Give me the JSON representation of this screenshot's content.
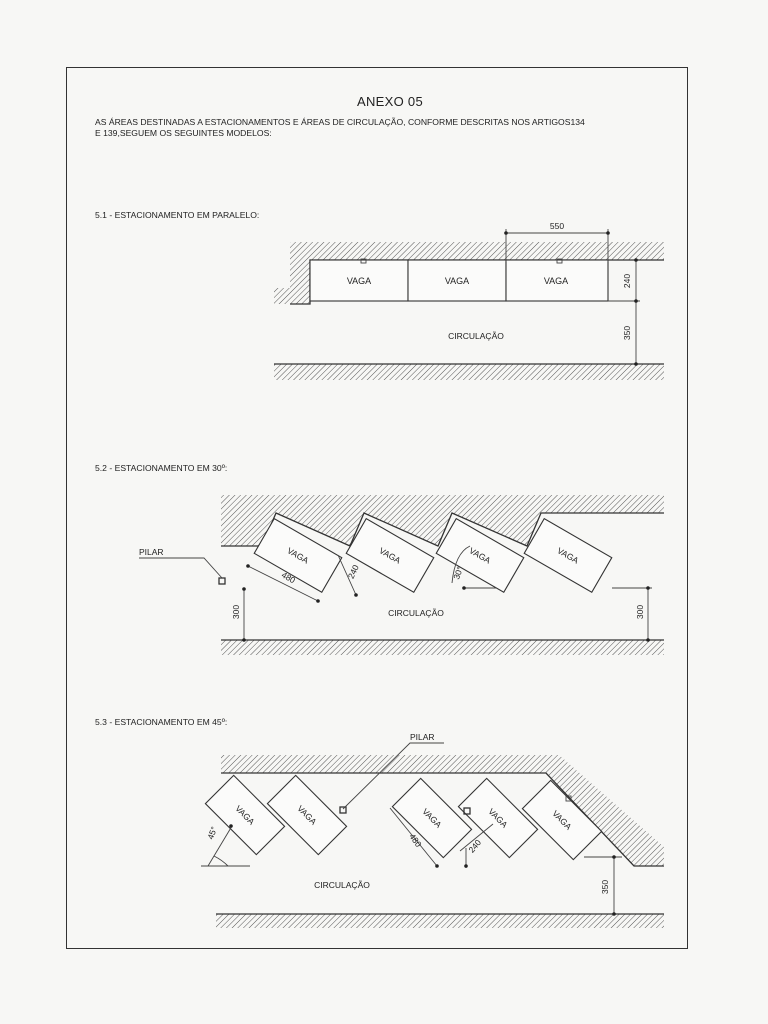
{
  "title": "ANEXO 05",
  "intro": {
    "line1": "AS ÁREAS DESTINADAS A ESTACIONAMENTOS E ÁREAS DE CIRCULAÇÃO, CONFORME DESCRITAS NOS ARTIGOS134",
    "line2": "E 139,SEGUEM OS SEGUINTES MODELOS:"
  },
  "sections": [
    {
      "heading": "5.1 - ESTACIONAMENTO EM PARALELO:",
      "stall_labels": [
        "VAGA",
        "VAGA",
        "VAGA"
      ],
      "dimensions": {
        "stall_length": "550",
        "stall_width": "240",
        "aisle_width": "350"
      },
      "aisle_label": "CIRCULAÇÃO"
    },
    {
      "heading": "5.2 - ESTACIONAMENTO EM 30º:",
      "stall_labels": [
        "VAGA",
        "VAGA",
        "VAGA",
        "VAGA"
      ],
      "dimensions": {
        "stall_length": "480",
        "stall_width": "240",
        "angle": "30°",
        "aisle_left": "300",
        "aisle_right": "300"
      },
      "aisle_label": "CIRCULAÇÃO",
      "pillar_label": "PILAR"
    },
    {
      "heading": "5.3 - ESTACIONAMENTO EM 45º:",
      "stall_labels": [
        "VAGA",
        "VAGA",
        "VAGA",
        "VAGA",
        "VAGA"
      ],
      "dimensions": {
        "stall_length": "480",
        "stall_width": "240",
        "angle": "45°",
        "aisle_width": "350"
      },
      "aisle_label": "CIRCULAÇÃO",
      "pillar_label": "PILAR"
    }
  ]
}
